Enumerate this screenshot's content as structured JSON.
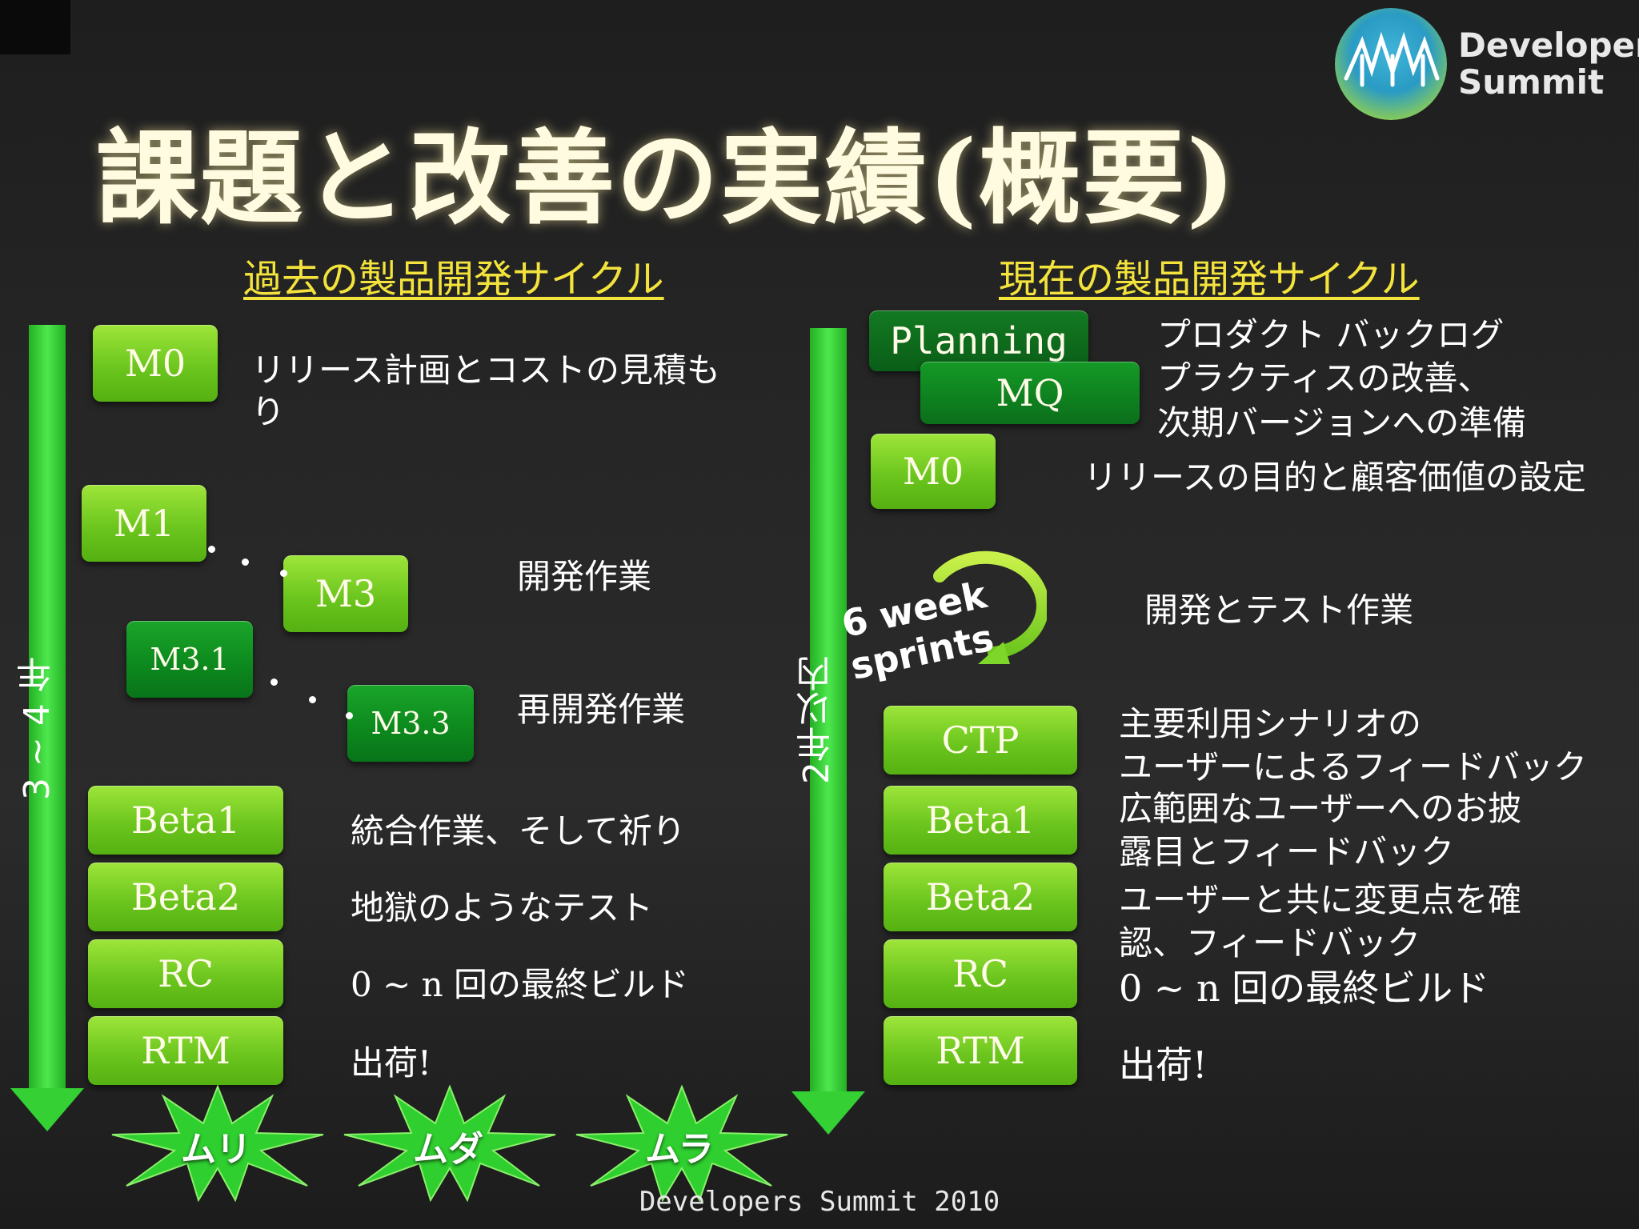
{
  "slide_title": "課題と改善の実績(概要)",
  "logo": {
    "line1": "Developers",
    "line2": "Summit"
  },
  "left": {
    "heading": "過去の製品開発サイクル",
    "duration": "3 ~ 4 年",
    "boxes": {
      "m0": "M0",
      "m1": "M1",
      "m3": "M3",
      "m31": "M3.1",
      "m33": "M3.3",
      "beta1": "Beta1",
      "beta2": "Beta2",
      "rc": "RC",
      "rtm": "RTM"
    },
    "notes": {
      "m0_line1": "リリース計画とコストの見積も",
      "m0_line2": "り",
      "dev": "開発作業",
      "redev": "再開発作業",
      "beta1": "統合作業、そして祈り",
      "beta2": "地獄のようなテスト",
      "rc": "0 ~ n 回の最終ビルド",
      "rtm": "出荷!"
    }
  },
  "right": {
    "heading": "現在の製品開発サイクル",
    "duration": "2年以内",
    "boxes": {
      "planning": "Planning",
      "mq": "MQ",
      "m0": "M0",
      "ctp": "CTP",
      "beta1": "Beta1",
      "beta2": "Beta2",
      "rc": "RC",
      "rtm": "RTM"
    },
    "sprint": {
      "line1": "6 week",
      "line2": "sprints"
    },
    "notes": {
      "planning_line1": "プロダクト バックログ",
      "planning_line2": "プラクティスの改善、",
      "planning_line3": "次期バージョンへの準備",
      "m0": "リリースの目的と顧客価値の設定",
      "dev": "開発とテスト作業",
      "ctp_line1": "主要利用シナリオの",
      "ctp_line2": "ユーザーによるフィードバック",
      "beta1_line1": "広範囲なユーザーへのお披",
      "beta1_line2": "露目とフィードバック",
      "beta2_line1": "ユーザーと共に変更点を確",
      "beta2_line2": "認、フィードバック",
      "rc": "0 ~ n 回の最終ビルド",
      "rtm": "出荷!"
    }
  },
  "bursts": [
    "ムリ",
    "ムダ",
    "ムラ"
  ],
  "colors": {
    "accent_green": "#6cc61e",
    "heading_yellow": "#f3e33c"
  },
  "footer": "Developers Summit 2010"
}
